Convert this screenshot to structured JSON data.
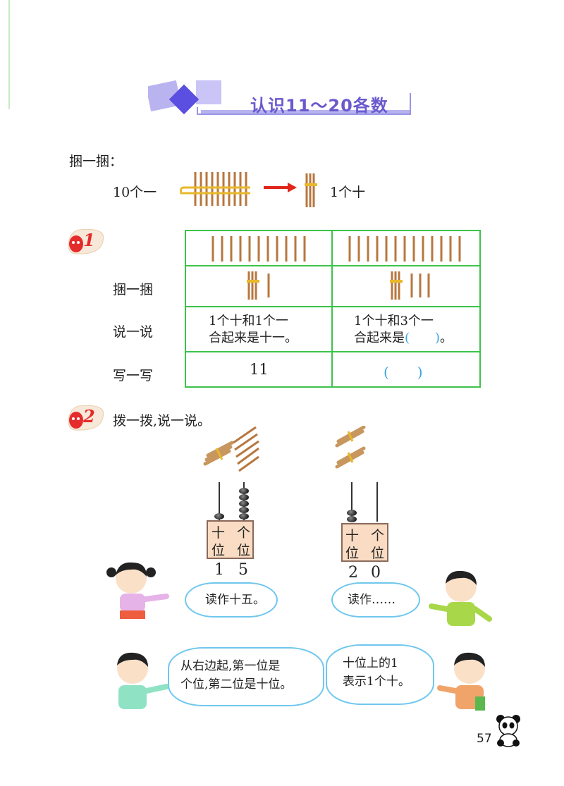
{
  "title": "认识11～20各数",
  "intro": {
    "label": "捆一捆：",
    "left_text": "10个一",
    "right_text": "1个十"
  },
  "exercise1": {
    "number": "1",
    "row_labels": [
      "捆一捆",
      "说一说",
      "写一写"
    ],
    "col1": {
      "say_line1": "1个十和1个一",
      "say_line2": "合起来是十一。",
      "write": "11"
    },
    "col2": {
      "say_line1": "1个十和3个一",
      "say_line2_prefix": "合起来是",
      "say_blank": "(　　)",
      "say_end": "。",
      "write": "(　　)"
    }
  },
  "exercise2": {
    "number": "2",
    "instruction": "拨一拨,说一说。",
    "abacus_left": {
      "tens_label_1": "十",
      "tens_label_2": "位",
      "ones_label_1": "个",
      "ones_label_2": "位",
      "digits": [
        "1",
        "5"
      ]
    },
    "abacus_right": {
      "tens_label_1": "十",
      "tens_label_2": "位",
      "ones_label_1": "个",
      "ones_label_2": "位",
      "digits": [
        "2",
        "0"
      ]
    }
  },
  "bubbles": {
    "girl": "读作十五。",
    "boy_right": "读作……",
    "boy_left_line1": "从右边起,第一位是",
    "boy_left_line2": "个位,第二位是十位。",
    "boy_book_line1": "十位上的1",
    "boy_book_line2": "表示1个十。"
  },
  "page_number": "57",
  "colors": {
    "table_border": "#3cc34a",
    "title": "#6a5acd",
    "blank": "#35a6e0",
    "bubble_border": "#6fc7ee"
  }
}
